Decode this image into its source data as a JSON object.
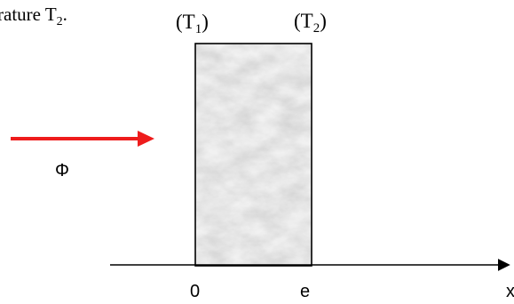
{
  "fragment_text": {
    "main": "rature T",
    "sub": "2",
    "tail": "."
  },
  "labels": {
    "t1": {
      "main": "(T",
      "sub": "1",
      "tail": ")"
    },
    "t2": {
      "main": "(T",
      "sub": "2",
      "tail": ")"
    },
    "flux": "Φ",
    "origin": "0",
    "thickness": "e",
    "axis": "x"
  },
  "colors": {
    "arrow": "#ee1c1c",
    "outline": "#000000",
    "marble_base": "#dcdcdc"
  }
}
